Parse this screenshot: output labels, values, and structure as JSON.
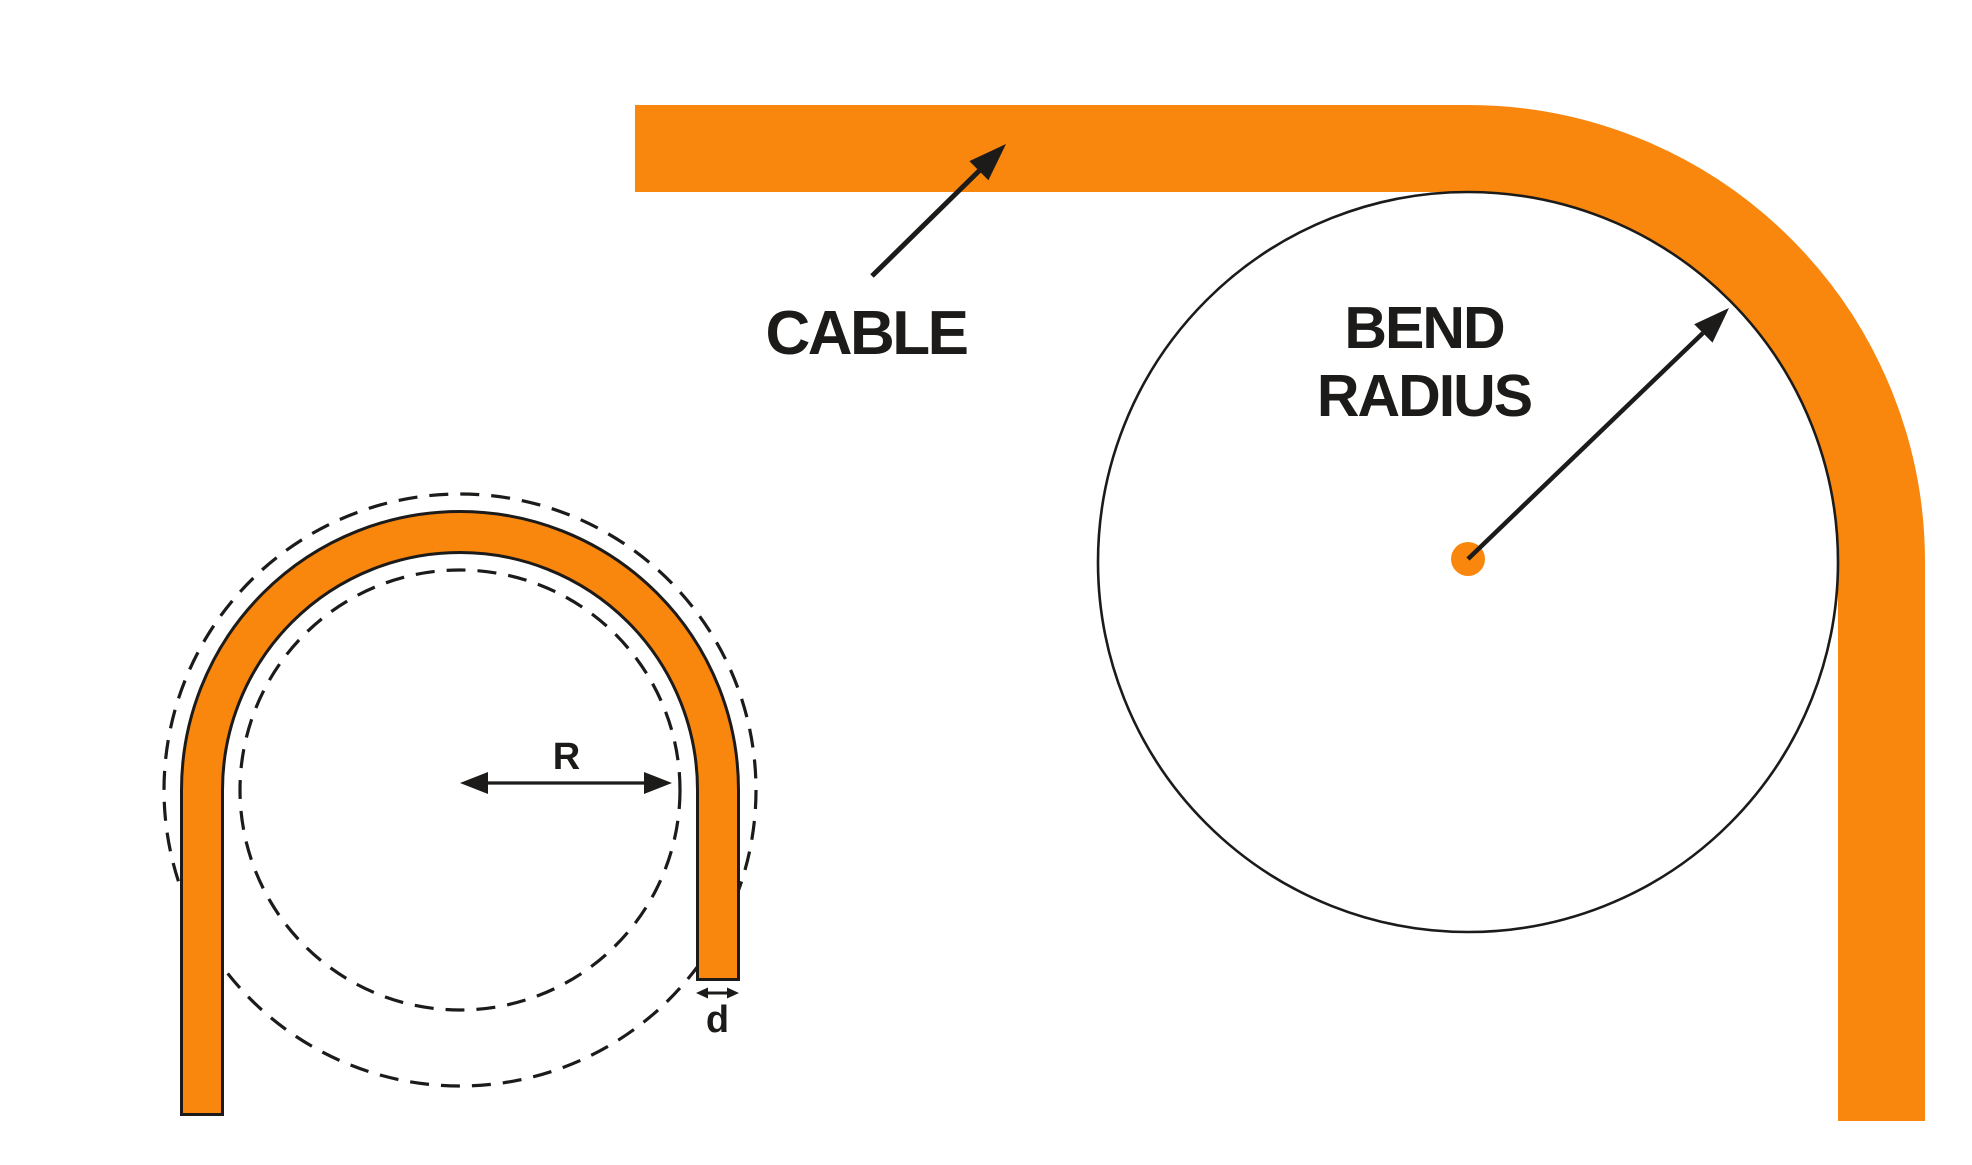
{
  "title": "Cable bend radius diagram",
  "colors": {
    "background": "#ffffff",
    "cable_orange": "#F9860D",
    "ink": "#1C1B1A"
  },
  "bend_diagram": {
    "cable_label": "CABLE",
    "bend_radius_label_line1": "BEND",
    "bend_radius_label_line2": "RADIUS"
  },
  "dimension_diagram": {
    "radius_label": "R",
    "diameter_label": "d"
  }
}
